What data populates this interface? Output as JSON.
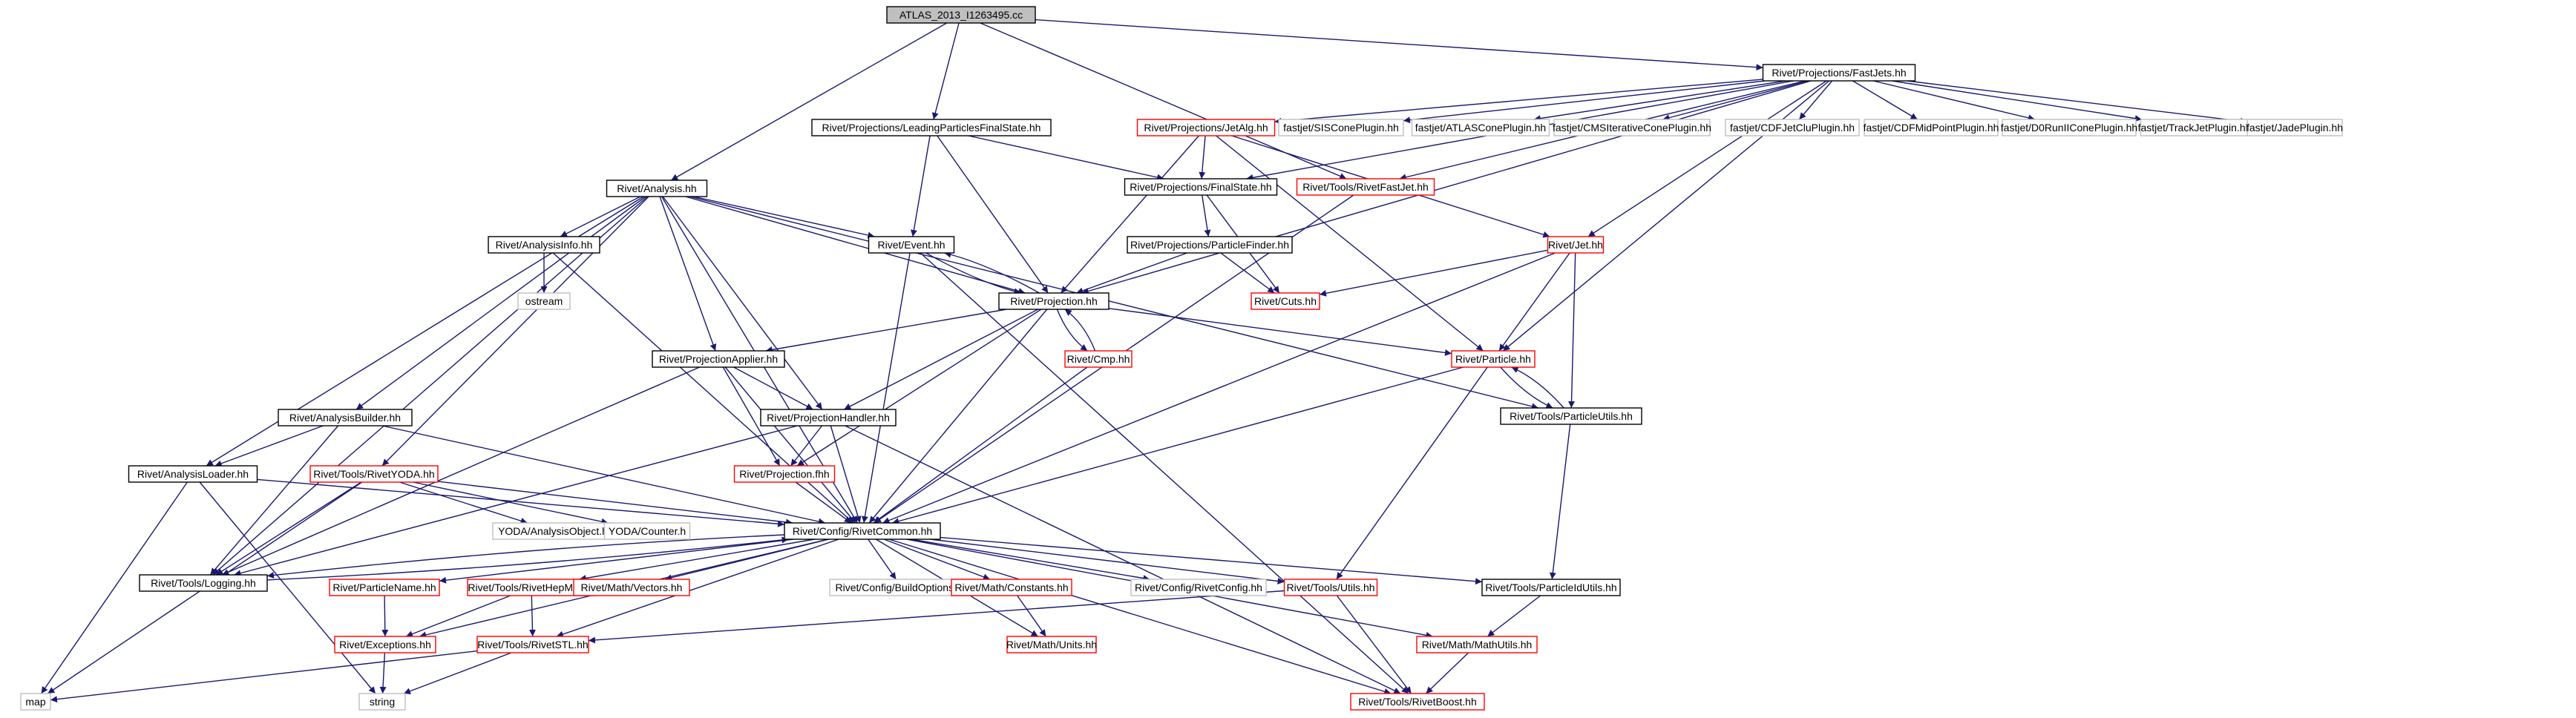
{
  "colors": {
    "edge": "#191970",
    "border_black": "#000000",
    "border_red": "#ff0000",
    "border_grey": "#bfbfbf",
    "root_fill": "#bfbfbf",
    "text": "#000000"
  },
  "nodes": [
    {
      "id": "root",
      "label": "ATLAS_2013_I1263495.cc",
      "style": "root"
    },
    {
      "id": "fastjets",
      "label": "Rivet/Projections/FastJets.hh",
      "style": "black"
    },
    {
      "id": "lpfs",
      "label": "Rivet/Projections/LeadingParticlesFinalState.hh",
      "style": "black"
    },
    {
      "id": "analysis",
      "label": "Rivet/Analysis.hh",
      "style": "black"
    },
    {
      "id": "jetalg",
      "label": "Rivet/Projections/JetAlg.hh",
      "style": "red"
    },
    {
      "id": "siscone",
      "label": "fastjet/SISConePlugin.hh",
      "style": "grey"
    },
    {
      "id": "atlascone",
      "label": "fastjet/ATLASConePlugin.hh",
      "style": "grey"
    },
    {
      "id": "cmscone",
      "label": "fastjet/CMSIterativeConePlugin.hh",
      "style": "grey"
    },
    {
      "id": "cdfjetclu",
      "label": "fastjet/CDFJetCluPlugin.hh",
      "style": "grey"
    },
    {
      "id": "cdfmid",
      "label": "fastjet/CDFMidPointPlugin.hh",
      "style": "grey"
    },
    {
      "id": "d0run",
      "label": "fastjet/D0RunIIConePlugin.hh",
      "style": "grey"
    },
    {
      "id": "trackjet",
      "label": "fastjet/TrackJetPlugin.hh",
      "style": "grey"
    },
    {
      "id": "jade",
      "label": "fastjet/JadePlugin.hh",
      "style": "grey"
    },
    {
      "id": "finalstate",
      "label": "Rivet/Projections/FinalState.hh",
      "style": "black"
    },
    {
      "id": "rivetfastjet",
      "label": "Rivet/Tools/RivetFastJet.hh",
      "style": "red"
    },
    {
      "id": "analysisinfo",
      "label": "Rivet/AnalysisInfo.hh",
      "style": "black"
    },
    {
      "id": "event",
      "label": "Rivet/Event.hh",
      "style": "black"
    },
    {
      "id": "jet",
      "label": "Rivet/Jet.hh",
      "style": "red"
    },
    {
      "id": "particlefinder",
      "label": "Rivet/Projections/ParticleFinder.hh",
      "style": "black"
    },
    {
      "id": "ostream",
      "label": "ostream",
      "style": "grey"
    },
    {
      "id": "cuts",
      "label": "Rivet/Cuts.hh",
      "style": "red"
    },
    {
      "id": "projection",
      "label": "Rivet/Projection.hh",
      "style": "black"
    },
    {
      "id": "projapplier",
      "label": "Rivet/ProjectionApplier.hh",
      "style": "black"
    },
    {
      "id": "cmp",
      "label": "Rivet/Cmp.hh",
      "style": "red"
    },
    {
      "id": "particle",
      "label": "Rivet/Particle.hh",
      "style": "red"
    },
    {
      "id": "particleutils",
      "label": "Rivet/Tools/ParticleUtils.hh",
      "style": "black"
    },
    {
      "id": "analysisbuilder",
      "label": "Rivet/AnalysisBuilder.hh",
      "style": "black"
    },
    {
      "id": "projhandler",
      "label": "Rivet/ProjectionHandler.hh",
      "style": "black"
    },
    {
      "id": "analysisloader",
      "label": "Rivet/AnalysisLoader.hh",
      "style": "black"
    },
    {
      "id": "rivetyoda",
      "label": "Rivet/Tools/RivetYODA.hh",
      "style": "red"
    },
    {
      "id": "projfhh",
      "label": "Rivet/Projection.fhh",
      "style": "red"
    },
    {
      "id": "yodaao",
      "label": "YODA/AnalysisObject.h",
      "style": "grey"
    },
    {
      "id": "yodacounter",
      "label": "YODA/Counter.h",
      "style": "grey"
    },
    {
      "id": "rivetcommon",
      "label": "Rivet/Config/RivetCommon.hh",
      "style": "black"
    },
    {
      "id": "logging",
      "label": "Rivet/Tools/Logging.hh",
      "style": "black"
    },
    {
      "id": "particlename",
      "label": "Rivet/ParticleName.hh",
      "style": "red"
    },
    {
      "id": "rivethepmc",
      "label": "Rivet/Tools/RivetHepMC.hh",
      "style": "red"
    },
    {
      "id": "vectors",
      "label": "Rivet/Math/Vectors.hh",
      "style": "red"
    },
    {
      "id": "buildoptions",
      "label": "Rivet/Config/BuildOptions.hh",
      "style": "grey"
    },
    {
      "id": "constants",
      "label": "Rivet/Math/Constants.hh",
      "style": "red"
    },
    {
      "id": "rivetconfig",
      "label": "Rivet/Config/RivetConfig.hh",
      "style": "grey"
    },
    {
      "id": "utils",
      "label": "Rivet/Tools/Utils.hh",
      "style": "red"
    },
    {
      "id": "particleidutils",
      "label": "Rivet/Tools/ParticleIdUtils.hh",
      "style": "black"
    },
    {
      "id": "exceptions",
      "label": "Rivet/Exceptions.hh",
      "style": "red"
    },
    {
      "id": "rivetstl",
      "label": "Rivet/Tools/RivetSTL.hh",
      "style": "red"
    },
    {
      "id": "units",
      "label": "Rivet/Math/Units.hh",
      "style": "red"
    },
    {
      "id": "mathutils",
      "label": "Rivet/Math/MathUtils.hh",
      "style": "red"
    },
    {
      "id": "map",
      "label": "map",
      "style": "grey"
    },
    {
      "id": "string",
      "label": "string",
      "style": "grey"
    },
    {
      "id": "rivetboost",
      "label": "Rivet/Tools/RivetBoost.hh",
      "style": "red"
    }
  ],
  "edges": [
    [
      "root",
      "analysis"
    ],
    [
      "root",
      "lpfs"
    ],
    [
      "root",
      "fastjets"
    ],
    [
      "root",
      "rivetfastjet"
    ],
    [
      "fastjets",
      "jetalg"
    ],
    [
      "fastjets",
      "siscone"
    ],
    [
      "fastjets",
      "atlascone"
    ],
    [
      "fastjets",
      "cmscone"
    ],
    [
      "fastjets",
      "cdfjetclu"
    ],
    [
      "fastjets",
      "cdfmid"
    ],
    [
      "fastjets",
      "d0run"
    ],
    [
      "fastjets",
      "trackjet"
    ],
    [
      "fastjets",
      "jade"
    ],
    [
      "fastjets",
      "finalstate"
    ],
    [
      "fastjets",
      "rivetfastjet"
    ],
    [
      "fastjets",
      "projection"
    ],
    [
      "fastjets",
      "jet"
    ],
    [
      "fastjets",
      "particle"
    ],
    [
      "lpfs",
      "finalstate"
    ],
    [
      "lpfs",
      "event"
    ],
    [
      "lpfs",
      "projection"
    ],
    [
      "jetalg",
      "finalstate"
    ],
    [
      "jetalg",
      "projection"
    ],
    [
      "jetalg",
      "jet"
    ],
    [
      "jetalg",
      "particle"
    ],
    [
      "analysis",
      "analysisinfo"
    ],
    [
      "analysis",
      "event"
    ],
    [
      "analysis",
      "projection"
    ],
    [
      "analysis",
      "projapplier"
    ],
    [
      "analysis",
      "projhandler"
    ],
    [
      "analysis",
      "analysisbuilder"
    ],
    [
      "analysis",
      "analysisloader"
    ],
    [
      "analysis",
      "rivetyoda"
    ],
    [
      "analysis",
      "rivetcommon"
    ],
    [
      "analysis",
      "logging"
    ],
    [
      "analysis",
      "particleutils"
    ],
    [
      "finalstate",
      "particlefinder"
    ],
    [
      "finalstate",
      "cuts"
    ],
    [
      "rivetfastjet",
      "rivetcommon"
    ],
    [
      "analysisinfo",
      "ostream"
    ],
    [
      "analysisinfo",
      "rivetcommon"
    ],
    [
      "event",
      "projection"
    ],
    [
      "event",
      "rivetcommon"
    ],
    [
      "event",
      "rivetboost"
    ],
    [
      "particlefinder",
      "projection"
    ],
    [
      "particlefinder",
      "cuts"
    ],
    [
      "jet",
      "cuts"
    ],
    [
      "jet",
      "particle"
    ],
    [
      "jet",
      "particleutils"
    ],
    [
      "jet",
      "rivetcommon"
    ],
    [
      "projection",
      "event"
    ],
    [
      "projection",
      "cmp"
    ],
    [
      "projection",
      "particle"
    ],
    [
      "projection",
      "projapplier"
    ],
    [
      "projection",
      "projhandler"
    ],
    [
      "projection",
      "projfhh"
    ],
    [
      "projection",
      "rivetcommon"
    ],
    [
      "cmp",
      "projection"
    ],
    [
      "cmp",
      "rivetcommon"
    ],
    [
      "projapplier",
      "projhandler"
    ],
    [
      "projapplier",
      "projfhh"
    ],
    [
      "projapplier",
      "rivetcommon"
    ],
    [
      "projapplier",
      "logging"
    ],
    [
      "particle",
      "particleutils"
    ],
    [
      "particle",
      "utils"
    ],
    [
      "particle",
      "rivetcommon"
    ],
    [
      "particleutils",
      "particle"
    ],
    [
      "particleutils",
      "particleidutils"
    ],
    [
      "analysisbuilder",
      "analysisloader"
    ],
    [
      "analysisbuilder",
      "rivetcommon"
    ],
    [
      "analysisbuilder",
      "logging"
    ],
    [
      "projhandler",
      "projfhh"
    ],
    [
      "projhandler",
      "rivetcommon"
    ],
    [
      "projhandler",
      "logging"
    ],
    [
      "projhandler",
      "rivetboost"
    ],
    [
      "analysisloader",
      "rivetcommon"
    ],
    [
      "analysisloader",
      "map"
    ],
    [
      "analysisloader",
      "string"
    ],
    [
      "rivetyoda",
      "yodaao"
    ],
    [
      "rivetyoda",
      "yodacounter"
    ],
    [
      "rivetyoda",
      "rivetcommon"
    ],
    [
      "rivetyoda",
      "map"
    ],
    [
      "rivetyoda",
      "logging"
    ],
    [
      "projfhh",
      "rivetcommon"
    ],
    [
      "rivetcommon",
      "logging"
    ],
    [
      "rivetcommon",
      "particlename"
    ],
    [
      "rivetcommon",
      "rivethepmc"
    ],
    [
      "rivetcommon",
      "vectors"
    ],
    [
      "rivetcommon",
      "buildoptions"
    ],
    [
      "rivetcommon",
      "constants"
    ],
    [
      "rivetcommon",
      "rivetconfig"
    ],
    [
      "rivetcommon",
      "utils"
    ],
    [
      "rivetcommon",
      "particleidutils"
    ],
    [
      "rivetcommon",
      "exceptions"
    ],
    [
      "rivetcommon",
      "rivetstl"
    ],
    [
      "rivetcommon",
      "units"
    ],
    [
      "rivetcommon",
      "mathutils"
    ],
    [
      "rivetcommon",
      "rivetboost"
    ],
    [
      "logging",
      "rivetcommon"
    ],
    [
      "particlename",
      "exceptions"
    ],
    [
      "rivethepmc",
      "exceptions"
    ],
    [
      "rivethepmc",
      "rivetstl"
    ],
    [
      "constants",
      "units"
    ],
    [
      "utils",
      "rivetstl"
    ],
    [
      "utils",
      "rivetboost"
    ],
    [
      "particleidutils",
      "mathutils"
    ],
    [
      "mathutils",
      "rivetboost"
    ],
    [
      "exceptions",
      "string"
    ],
    [
      "rivetstl",
      "map"
    ],
    [
      "rivetstl",
      "string"
    ]
  ]
}
